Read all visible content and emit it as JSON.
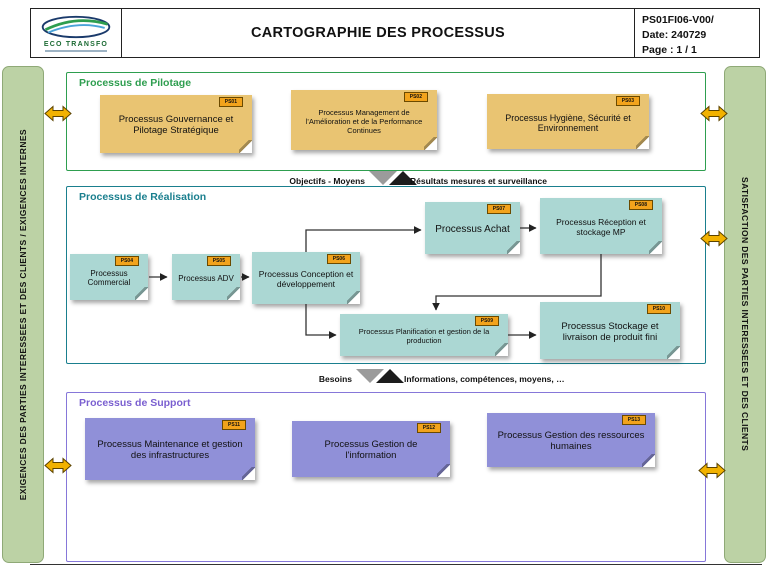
{
  "header": {
    "brand": "ECO TRANSFO",
    "title": "CARTOGRAPHIE DES PROCESSUS",
    "doc_ref": "PS01FI06-V00/",
    "date": "Date: 240729",
    "page": "Page : 1 / 1"
  },
  "left_sidebar": "EXIGENCES DES PARTIES INTERESSEES ET DES CLIENTS  /   EXIGENCES INTERNES",
  "right_sidebar": "SATISFACTION DES PARTIES INTERESSEES ET DES CLIENTS",
  "pilotage": {
    "label": "Processus de Pilotage",
    "notes": [
      {
        "code": "PS01",
        "label": "Processus Gouvernance et Pilotage Stratégique"
      },
      {
        "code": "PS02",
        "label": "Processus Management de l'Amélioration et de la Performance Continues"
      },
      {
        "code": "PS03",
        "label": "Processus Hygiène, Sécurité et Environnement"
      }
    ]
  },
  "divider_top": {
    "left": "Objectifs - Moyens",
    "right": "Résultats mesures et surveillance"
  },
  "realisation": {
    "label": "Processus de Réalisation",
    "notes": [
      {
        "code": "PS04",
        "label": "Processus Commercial"
      },
      {
        "code": "PS05",
        "label": "Processus ADV"
      },
      {
        "code": "PS06",
        "label": "Processus Conception et développement"
      },
      {
        "code": "PS07",
        "label": "Processus Achat"
      },
      {
        "code": "PS08",
        "label": "Processus Réception et stockage MP"
      },
      {
        "code": "PS09",
        "label": "Processus Planification et gestion de la production"
      },
      {
        "code": "PS10",
        "label": "Processus Stockage et livraison de produit fini"
      }
    ]
  },
  "divider_bottom": {
    "left": "Besoins",
    "right": "Informations, compétences, moyens, …"
  },
  "support": {
    "label": "Processus de Support",
    "notes": [
      {
        "code": "PS11",
        "label": "Processus Maintenance et gestion des infrastructures"
      },
      {
        "code": "PS12",
        "label": "Processus Gestion de l'information"
      },
      {
        "code": "PS13",
        "label": "Processus Gestion des ressources humaines"
      }
    ]
  },
  "colors": {
    "pilotage_note": "#e9c472",
    "realisation_note": "#abd7d3",
    "support_note": "#9090d8",
    "tag": "#f2a31c",
    "sidebar": "#bcd2a5",
    "pilotage_border": "#2e9e4f",
    "realisation_border": "#1a7f8e",
    "support_border": "#8677d9",
    "bi_arrow": "#f2b200"
  }
}
